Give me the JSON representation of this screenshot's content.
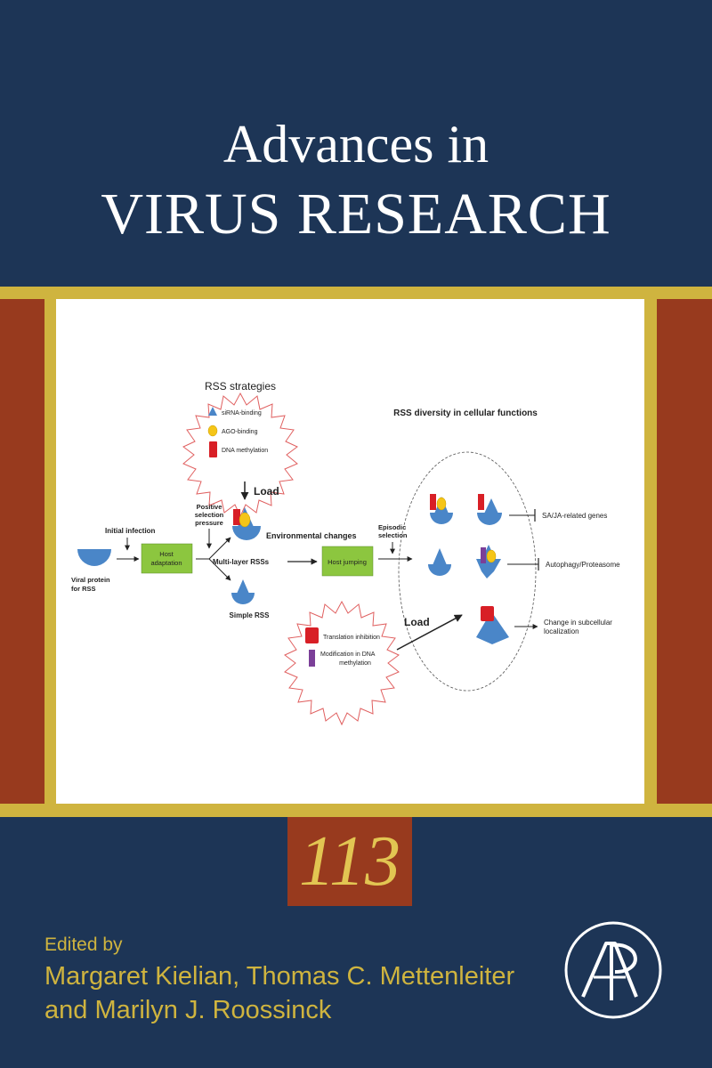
{
  "cover": {
    "title_line1": "Advances in",
    "title_line2": "VIRUS RESEARCH",
    "volume": "113",
    "edited_by": "Edited by",
    "editors_line1": "Margaret Kielian, Thomas C. Mettenleiter",
    "editors_line2": "and Marilyn J. Roossinck",
    "publisher_logo": "academic-press-logo"
  },
  "figure": {
    "rss_strategies": "RSS strategies",
    "sirna_binding": "siRNA-binding",
    "ago_binding": "AGO-binding",
    "dna_methylation": "DNA methylation",
    "load_top": "Load",
    "load_bottom": "Load",
    "initial_infection": "Initial infection",
    "viral_protein_1": "Viral protein",
    "viral_protein_2": "for RSS",
    "host_adaptation_1": "Host",
    "host_adaptation_2": "adaptation",
    "positive_1": "Positive",
    "positive_2": "selection",
    "positive_3": "pressure",
    "multi_layer": "Multi-layer RSSs",
    "simple_rss": "Simple RSS",
    "environmental_changes": "Environmental changes",
    "host_jumping": "Host jumping",
    "episodic_1": "Episodic",
    "episodic_2": "selection",
    "diversity_title": "RSS diversity in cellular functions",
    "sa_ja": "SA/JA-related genes",
    "autophagy": "Autophagy/Proteasome",
    "change_1": "Change in subcellular",
    "change_2": "localization",
    "translation_inhibition": "Translation inhibition",
    "modification_1": "Modification in DNA",
    "modification_2": "methylation"
  },
  "colors": {
    "navy": "#1d3556",
    "gold": "#cfb43f",
    "rust": "#983a1e",
    "protein_blue": "#4a86c8",
    "box_green": "#8cc63f",
    "red": "#d81f26",
    "yellow": "#f5c518",
    "purple": "#7b3f98"
  }
}
